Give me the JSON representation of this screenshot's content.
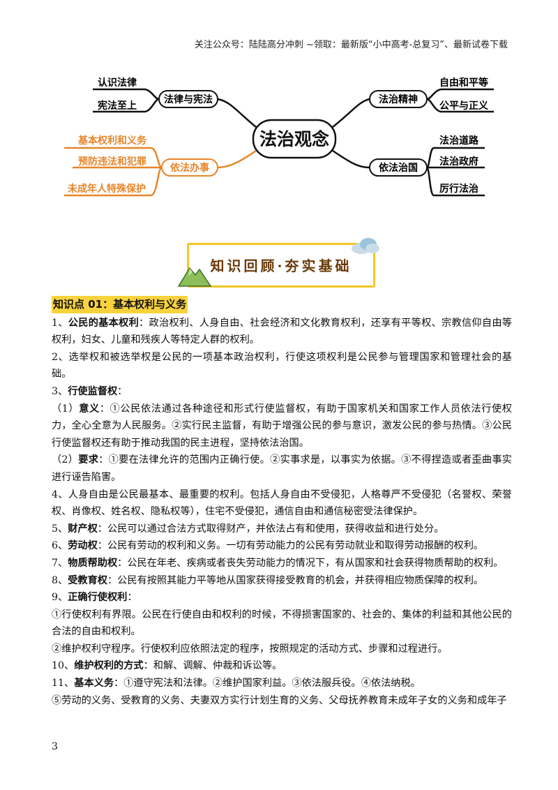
{
  "header_note": "关注公众号：陆陆高分冲刺 ~领取：最新版“小中高考-总复习”、最新试卷下载",
  "mindmap": {
    "center": "法治观念",
    "branches": {
      "law_constitution": {
        "label": "法律与宪法",
        "leaves": [
          "认识法律",
          "宪法至上"
        ]
      },
      "rule_spirit": {
        "label": "法治精神",
        "leaves": [
          "自由和平等",
          "公平与正义"
        ]
      },
      "act_by_law": {
        "label": "依法办事",
        "leaves": [
          "基本权利和义务",
          "预防违法和犯罪",
          "未成年人特殊保护"
        ]
      },
      "rule_country": {
        "label": "依法治国",
        "leaves": [
          "法治道路",
          "法治政府",
          "厉行法治"
        ]
      }
    },
    "colors": {
      "orange": "#e7862a",
      "dark": "#1a1a1a"
    }
  },
  "banner": {
    "title": "知识回顾·夯实基础",
    "border_color": "#f3c623"
  },
  "section": {
    "title": "知识点 01：基本权利与义务"
  },
  "items": [
    {
      "prefix": "1、",
      "bold": "公民的基本权利",
      "text": "：政治权利、人身自由、社会经济和文化教育权利，还享有平等权、宗教信仰自由等权利，妇女、儿童和残疾人等特定人群的权利。"
    },
    {
      "prefix": "2、",
      "bold": "",
      "text": "选举权和被选举权是公民的一项基本政治权利，行使这项权利是公民参与管理国家和管理社会的基础。"
    },
    {
      "prefix": "3、",
      "bold": "行使监督权",
      "text": "："
    },
    {
      "prefix": "（1）",
      "bold": "意义",
      "text": "：①公民依法通过各种途径和形式行使监督权，有助于国家机关和国家工作人员依法行使权力，全心全意为人民服务。②实行民主监督，有助于增强公民的参与意识，激发公民的参与热情。③公民行使监督权还有助于推动我国的民主进程，坚持依法治国。"
    },
    {
      "prefix": "（2）",
      "bold": "要求",
      "text": "：①要在法律允许的范围内正确行使。②实事求是，以事实为依据。③不得捏造或者歪曲事实进行诬告陷害。"
    },
    {
      "prefix": "4、",
      "bold": "",
      "text": "人身自由是公民最基本、最重要的权利。包括人身自由不受侵犯，人格尊严不受侵犯（名誉权、荣誉权、肖像权、姓名权、隐私权等），住宅不受侵犯，通信自由和通信秘密受法律保护。"
    },
    {
      "prefix": "5、",
      "bold": "财产权",
      "text": "：公民可以通过合法方式取得财产，并依法占有和使用，获得收益和进行处分。"
    },
    {
      "prefix": "6、",
      "bold": "劳动权",
      "text": "：公民有劳动的权利和义务。一切有劳动能力的公民有劳动就业和取得劳动报酬的权利。"
    },
    {
      "prefix": "7、",
      "bold": "物质帮助权",
      "text": "：公民在年老、疾病或者丧失劳动能力的情况下，有从国家和社会获得物质帮助的权利。"
    },
    {
      "prefix": "8、",
      "bold": "受教育权",
      "text": "：公民有按照其能力平等地从国家获得接受教育的机会，并获得相应物质保障的权利。"
    },
    {
      "prefix": "9、",
      "bold": "正确行使权利",
      "text": "："
    },
    {
      "prefix": "",
      "bold": "",
      "text": "①行使权利有界限。公民在行使自由和权利的时候，不得损害国家的、社会的、集体的利益和其他公民的合法的自由和权利。"
    },
    {
      "prefix": "",
      "bold": "",
      "text": "②维护权利守程序。行使权利应依照法定的程序，按照规定的活动方式、步骤和过程进行。"
    },
    {
      "prefix": "10、",
      "bold": "维护权利的方式",
      "text": "：和解、调解、仲裁和诉讼等。"
    },
    {
      "prefix": "11、",
      "bold": "基本义务",
      "text": "：①遵守宪法和法律。②维护国家利益。③依法服兵役。④依法纳税。"
    },
    {
      "prefix": "",
      "bold": "",
      "text": "⑤劳动的义务、受教育的义务、夫妻双方实行计划生育的义务、父母抚养教育未成年子女的义务和成年子"
    }
  ],
  "page_number": "3"
}
